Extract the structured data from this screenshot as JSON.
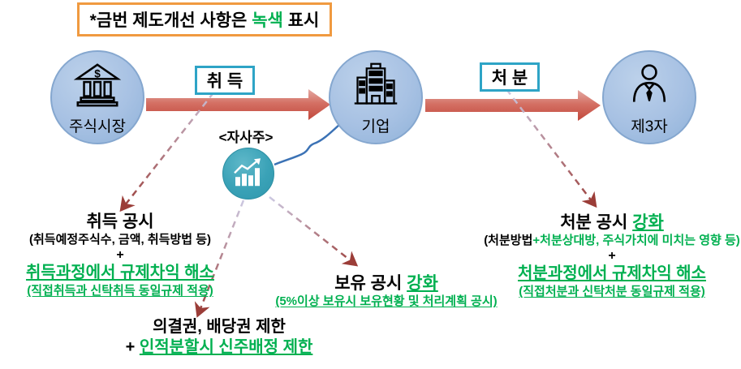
{
  "legend": {
    "prefix": "*금번 제도개선 사항은 ",
    "highlight": "녹색",
    "suffix": " 표시"
  },
  "nodes": {
    "stock_market": {
      "label": "주식시장",
      "icon": "bank-icon"
    },
    "company": {
      "label": "기업",
      "icon": "building-icon"
    },
    "third_party": {
      "label": "제3자",
      "icon": "person-icon"
    },
    "treasury": {
      "label": "<자사주>",
      "icon": "stock-chart-icon"
    }
  },
  "flows": {
    "acquisition": {
      "label": "취 득"
    },
    "disposal": {
      "label": "처 분"
    }
  },
  "notes": {
    "acquisition": {
      "title": "취득 공시",
      "subtitle": "(취득예정주식수, 금액, 취득방법 등)",
      "plus": "+",
      "green_title": "취득과정에서 규제차익 해소",
      "green_subtitle": "(직접취득과 신탁취득 동일규제 적용)"
    },
    "rights": {
      "line1": "의결권, 배당권 제한",
      "plus": "+ ",
      "green_line": "인적분할시 신주배정 제한"
    },
    "holding": {
      "title_black": "보유 공시 ",
      "title_green": "강화",
      "green_subtitle": "(5%이상 보유시 보유현황 및 처리계획 공시)"
    },
    "disposal": {
      "title_black": "처분 공시 ",
      "title_green": "강화",
      "subtitle_black": "(처분방법",
      "subtitle_green": "+처분상대방, 주식가치에 미치는 영향 등)",
      "plus": "+",
      "green_title": "처분과정에서 규제차익 해소",
      "green_subtitle": "(직접처분과 신탁처분 동일규제 적용)"
    }
  },
  "colors": {
    "highlight_green": "#00B050",
    "legend_border_orange": "#F09A40",
    "flowbox_border_teal": "#2EA4C6",
    "node_fill_blue": "#A7C1E3",
    "treasury_fill_teal": "#3AA2B7",
    "arrow_red": "#C74B3E",
    "dashed_start_lavender": "#CCC9E2",
    "dashed_end_maroon": "#9B3D38",
    "connector_blue": "#3B72B5"
  }
}
